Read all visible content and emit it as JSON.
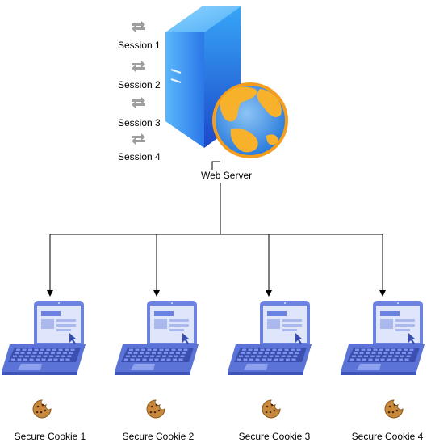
{
  "server": {
    "label": "Web Server",
    "sessions": [
      {
        "label": "Session 1"
      },
      {
        "label": "Session 2"
      },
      {
        "label": "Session 3"
      },
      {
        "label": "Session 4"
      }
    ]
  },
  "clients": [
    {
      "cookie_label": "Secure Cookie 1"
    },
    {
      "cookie_label": "Secure Cookie 2"
    },
    {
      "cookie_label": "Secure Cookie 3"
    },
    {
      "cookie_label": "Secure Cookie 4"
    }
  ],
  "colors": {
    "server_front": "#1a5fd6",
    "server_side": "#4aa3f5",
    "globe_water": "#3d8ee6",
    "globe_land": "#f7a81b",
    "laptop_body": "#5b73d6",
    "laptop_screen": "#dfe6fb",
    "cookie": "#c98a3e",
    "arrow": "#000000",
    "session_arrows": "#9e9e9e"
  }
}
